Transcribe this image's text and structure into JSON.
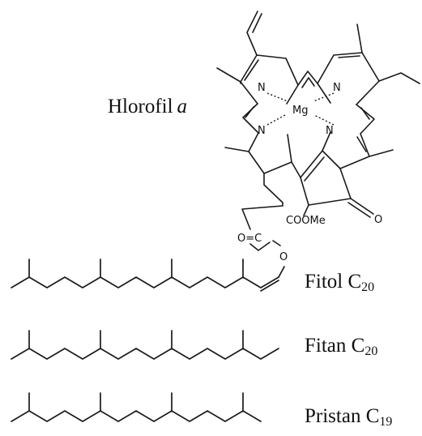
{
  "molecules": {
    "chlorophyll": {
      "name": "Hlorofil",
      "name_suffix": "a",
      "metal": "Mg",
      "nitrogen": "N",
      "ester": "COOMe",
      "carbonyl_oxygen": "O",
      "link_carbonyl": "O=C",
      "link_oxygen": "O"
    },
    "phytol": {
      "name": "Fitol C",
      "carbon_count": "20"
    },
    "phytane": {
      "name": "Fitan C",
      "carbon_count": "20"
    },
    "pristane": {
      "name": "Pristan C",
      "carbon_count": "19"
    }
  }
}
